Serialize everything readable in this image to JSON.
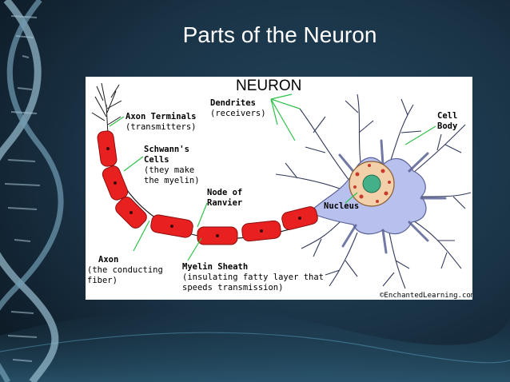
{
  "slide": {
    "title": "Parts of the Neuron",
    "colors": {
      "background": "#1a2f40",
      "helix": "#8fb8cc",
      "myelin": "#e82020",
      "cell_body": "#b8c0ee",
      "leader_lines": "#2fc24a"
    }
  },
  "diagram": {
    "title": "NEURON",
    "labels": {
      "axon_terminals": "Axon Terminals",
      "axon_terminals_note": "(transmitters)",
      "dendrites": "Dendrites",
      "dendrites_note": "(receivers)",
      "cell_body_1": "Cell",
      "cell_body_2": "Body",
      "schwann_1": "Schwann's",
      "schwann_2": "Cells",
      "schwann_note_1": "(they make",
      "schwann_note_2": "the myelin)",
      "node_1": "Node of",
      "node_2": "Ranvier",
      "nucleus": "Nucleus",
      "axon": "Axon",
      "axon_note_1": "(the conducting",
      "axon_note_2": "fiber)",
      "myelin": "Myelin Sheath",
      "myelin_note_1": "(insulating fatty layer that",
      "myelin_note_2": "speeds transmission)",
      "copyright": "©EnchantedLearning.com"
    }
  }
}
